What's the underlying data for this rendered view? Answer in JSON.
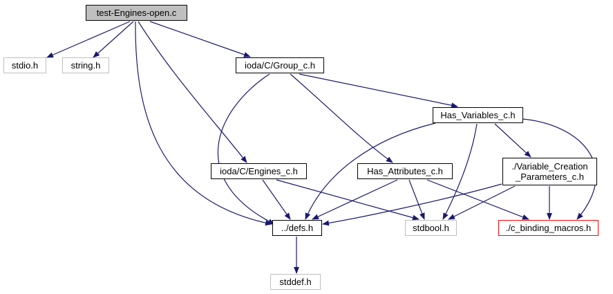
{
  "nodes": {
    "root": "test-Engines-open.c",
    "stdio": "stdio.h",
    "string": "string.h",
    "group": "ioda/C/Group_c.h",
    "has_variables": "Has_Variables_c.h",
    "engines": "ioda/C/Engines_c.h",
    "has_attributes": "Has_Attributes_c.h",
    "variable_creation": "./Variable_Creation\n_Parameters_c.h",
    "defs": "../defs.h",
    "stdbool": "stdbool.h",
    "c_binding_macros": "./c_binding_macros.h",
    "stddef": "stddef.h"
  },
  "colors": {
    "edge": "#191970",
    "root_fill": "#bfbfbf",
    "external_border": "#bfbfbf",
    "missing_border": "#ff0000"
  }
}
